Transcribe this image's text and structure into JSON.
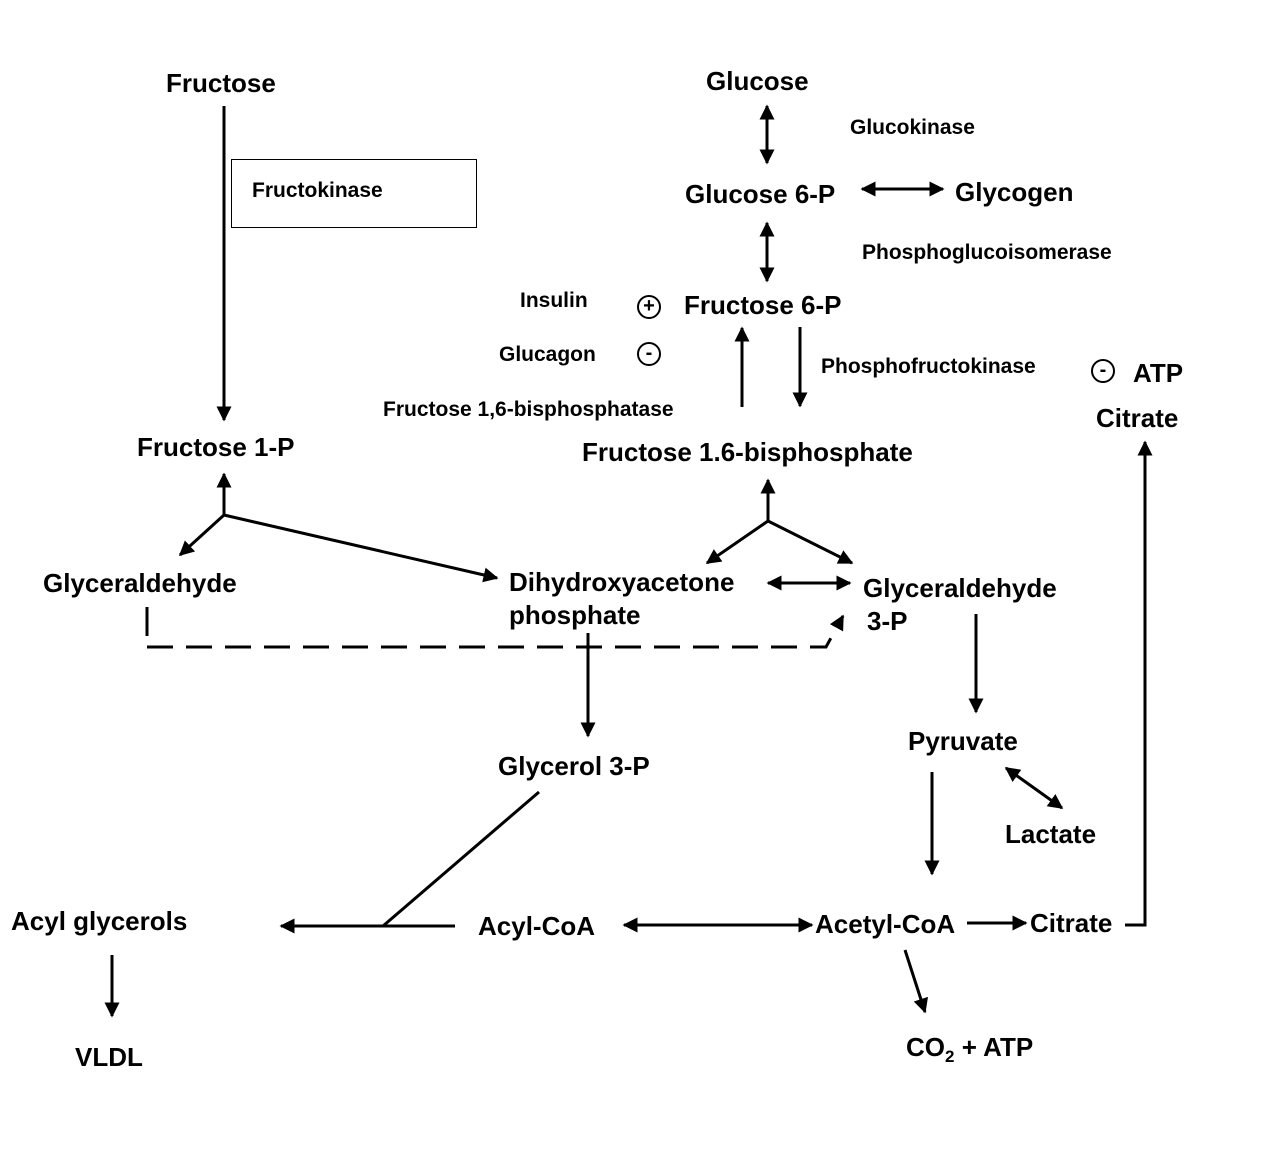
{
  "nodes": {
    "fructose": "Fructose",
    "fructose_1p": "Fructose 1-P",
    "glyceraldehyde": "Glyceraldehyde",
    "dhap_line1": "Dihydroxyacetone",
    "dhap_line2": "phosphate",
    "glucose": "Glucose",
    "glucose_6p": "Glucose 6-P",
    "glycogen": "Glycogen",
    "fructose_6p": "Fructose 6-P",
    "fructose_16bp": "Fructose 1.6-bisphosphate",
    "g3p_line1": "Glyceraldehyde",
    "g3p_line2": "3-P",
    "glycerol_3p": "Glycerol 3-P",
    "pyruvate": "Pyruvate",
    "lactate": "Lactate",
    "acyl_glycerols": "Acyl glycerols",
    "vldl": "VLDL",
    "acyl_coa": "Acyl-CoA",
    "acetyl_coa": "Acetyl-CoA",
    "citrate": "Citrate",
    "citrate_top": "Citrate",
    "atp": "ATP",
    "co2_atp_prefix": "CO",
    "co2_atp_sub": "2",
    "co2_atp_suffix": " + ATP"
  },
  "enzymes": {
    "fructokinase": "Fructokinase",
    "glucokinase": "Glucokinase",
    "phosphoglucoisomerase": "Phosphoglucoisomerase",
    "phosphofructokinase": "Phosphofructokinase",
    "fructose_bisphosphatase": "Fructose 1,6-bisphosphatase"
  },
  "regulators": {
    "insulin": "Insulin",
    "glucagon": "Glucagon",
    "plus_sign": "+",
    "minus_sign": "-"
  }
}
